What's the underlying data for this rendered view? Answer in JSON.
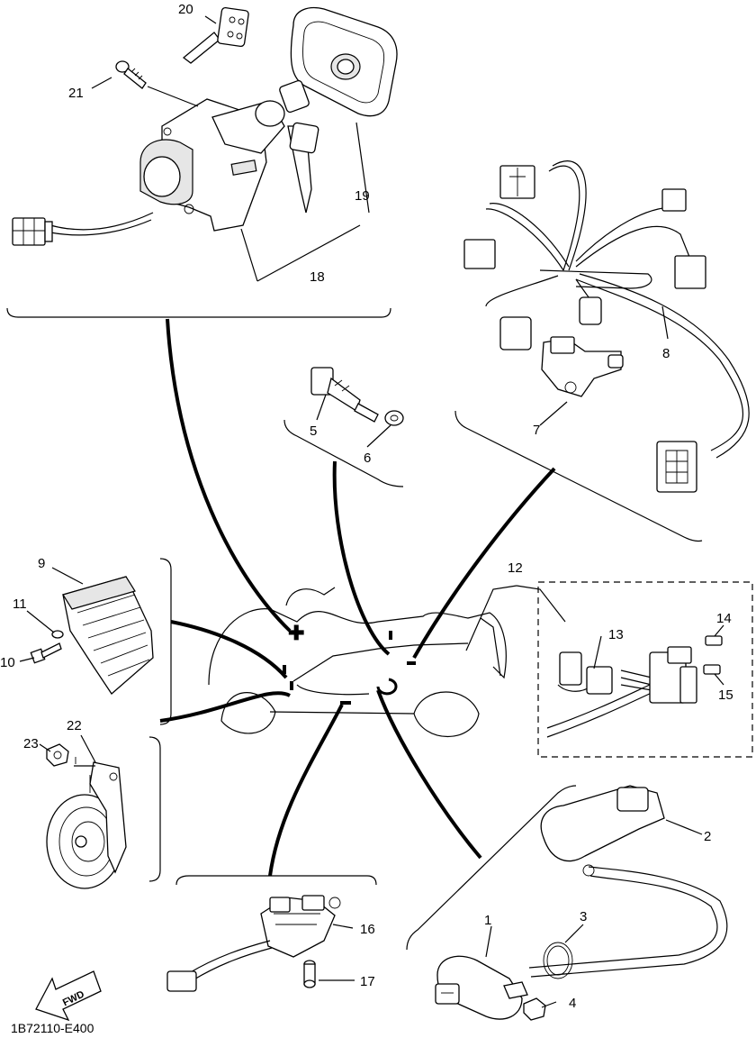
{
  "diagram_code": "1B72110-E400",
  "fwd_label": "FWD",
  "callouts": {
    "c1": "1",
    "c2": "2",
    "c3": "3",
    "c4": "4",
    "c5": "5",
    "c6": "6",
    "c7": "7",
    "c8": "8",
    "c9": "9",
    "c10": "10",
    "c11": "11",
    "c12": "12",
    "c13": "13",
    "c14": "14",
    "c15": "15",
    "c16": "16",
    "c17": "17",
    "c18": "18",
    "c19": "19",
    "c20": "20",
    "c21": "21",
    "c22": "22",
    "c23": "23"
  }
}
